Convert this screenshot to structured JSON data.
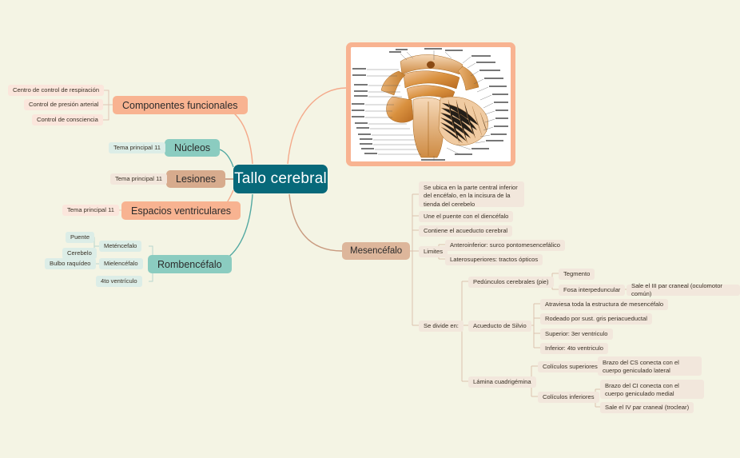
{
  "meta": {
    "background_color": "#F4F4E4",
    "central_color": "#07697A",
    "salmon": "#F8B391",
    "teal": "#8BCCC0",
    "tan": "#D7AB8D",
    "mesen": "#DDB69B"
  },
  "central": {
    "label": "Tallo cerebral"
  },
  "branches": {
    "componentes": {
      "label": "Componentes funcionales",
      "children": [
        "Centro de control de respiración",
        "Control de presión arterial",
        "Control de consciencia"
      ]
    },
    "nucleos": {
      "label": "Núcleos",
      "children": [
        "Tema principal 11"
      ]
    },
    "lesiones": {
      "label": "Lesiones",
      "children": [
        "Tema principal 11"
      ]
    },
    "espacios": {
      "label": "Espacios ventriculares",
      "children": [
        "Tema principal 11"
      ]
    },
    "rombencefalo": {
      "label": "Rombencéfalo",
      "children": [
        {
          "label": "Meténcefalo",
          "children": [
            "Puente",
            "Cerebelo"
          ]
        },
        {
          "label": "Mielencéfalo",
          "children": [
            "Bulbo raquídeo"
          ]
        },
        {
          "label": "4to ventrículo",
          "children": []
        }
      ]
    },
    "mesencefalo": {
      "label": "Mesencéfalo",
      "children": [
        {
          "label": "Se ubica en la parte central inferior del encéfalo, en la incisura de la tienda del cerebelo"
        },
        {
          "label": "Une el puente con el diencéfalo"
        },
        {
          "label": "Contiene el acueducto cerebral"
        },
        {
          "label": "Limites",
          "children": [
            "Anteroinferior: surco pontomesencefálico",
            "Laterosuperiores: tractos ópticos"
          ]
        },
        {
          "label": "Se divide en:",
          "children": [
            {
              "label": "Pedúnculos cerebrales (pie)",
              "children": [
                {
                  "label": "Tegmento"
                },
                {
                  "label": "Fosa interpeduncular",
                  "children": [
                    "Sale el III par craneal (oculomotor común)"
                  ]
                }
              ]
            },
            {
              "label": "Acueducto de Silvio",
              "children": [
                "Atraviesa toda la estructura de mesencéfalo",
                "Rodeado por sust. gris periacueductal",
                "Superior: 3er ventriculo",
                "Inferior: 4to ventriculo"
              ]
            },
            {
              "label": "Lámina cuadrigémina",
              "children": [
                {
                  "label": "Colículos superiores",
                  "children": [
                    "Brazo del CS conecta con el cuerpo geniculado lateral"
                  ]
                },
                {
                  "label": "Colículos inferiores",
                  "children": [
                    "Brazo del CI conecta con el cuerpo geniculado medial",
                    "Sale el IV par craneal (troclear)"
                  ]
                }
              ]
            }
          ]
        }
      ]
    }
  },
  "image": {
    "name": "brainstem-dorsal-view-illustration",
    "frame_color": "#F8B391"
  }
}
